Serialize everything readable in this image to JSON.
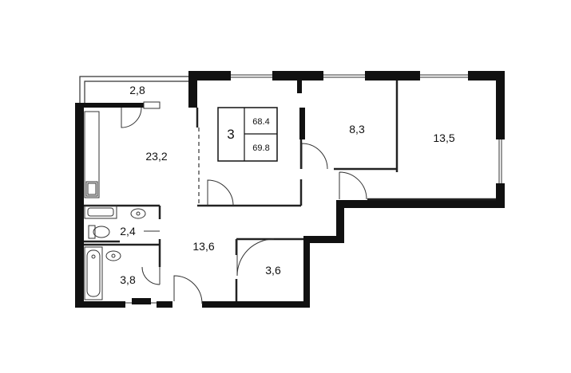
{
  "plan": {
    "rooms_count": "3",
    "area_living": "68.4",
    "area_total": "69.8",
    "rooms": {
      "balcony": "2,8",
      "living_kitchen": "23,2",
      "bedroom_small": "8,3",
      "bedroom_large": "13,5",
      "toilet": "2,4",
      "hall": "13,6",
      "bathroom": "3,8",
      "storage": "3,6"
    }
  },
  "colors": {
    "wall": "#111111",
    "line": "#333333",
    "window": "#ffffff"
  }
}
